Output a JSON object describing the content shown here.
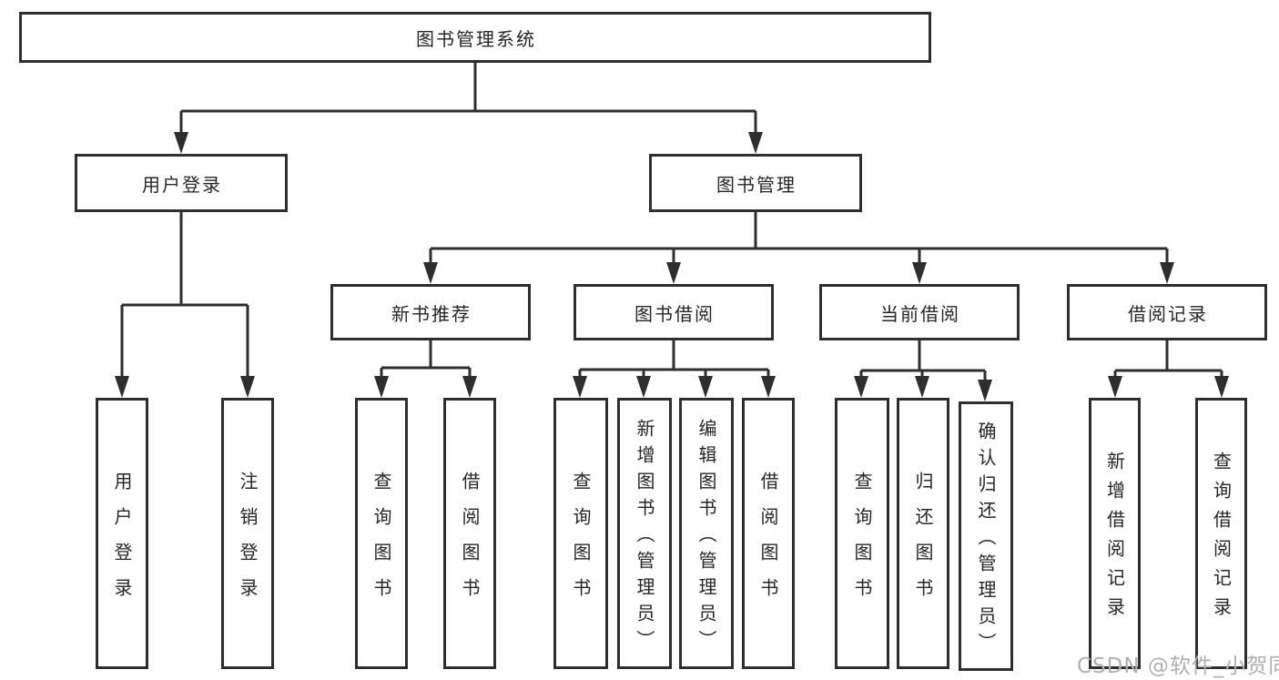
{
  "nodes": {
    "root": "图书管理系统",
    "user_login": "用户登录",
    "book_mgmt": "图书管理",
    "new_book": "新书推荐",
    "book_borrow": "图书借阅",
    "current_borrow": "当前借阅",
    "borrow_record": "借阅记录",
    "leaves": {
      "user_login": [
        "用户登录",
        "注销登录"
      ],
      "new_book": [
        "查询图书",
        "借阅图书"
      ],
      "book_borrow": [
        "查询图书",
        "新增图书（管理员）",
        "编辑图书（管理员）",
        "借阅图书"
      ],
      "current_borrow": [
        "查询图书",
        "归还图书",
        "确认归还（管理员）"
      ],
      "borrow_record": [
        "新增借阅记录",
        "查询借阅记录"
      ]
    }
  },
  "watermark": "CSDN @软件_小贺同学",
  "colors": {
    "line": "#2e2e2e",
    "box_border": "#2e2e2e",
    "text": "#262626",
    "watermark": "#b0b0b0",
    "background": "#ffffff"
  }
}
